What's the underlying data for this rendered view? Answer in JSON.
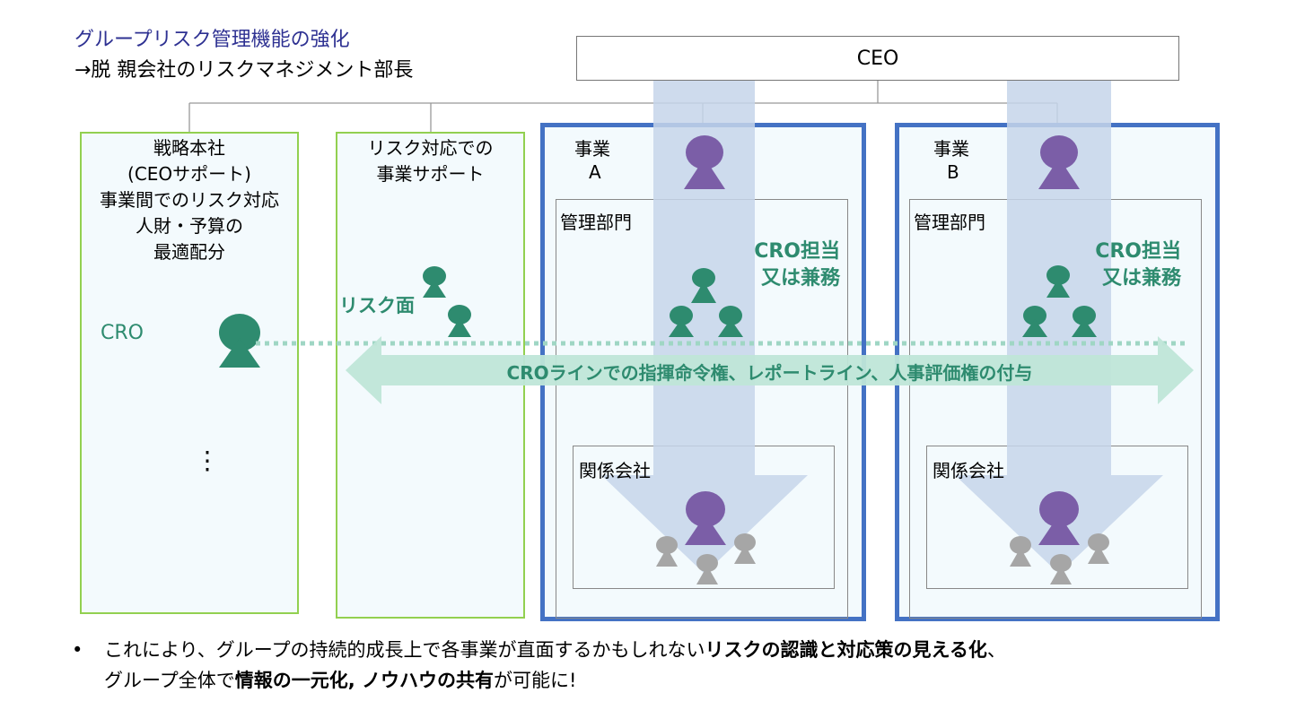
{
  "title": "グループリスク管理機能の強化",
  "subtitle": "→脱 親会社のリスクマネジメント部長",
  "ceo_label": "CEO",
  "strategy_box": {
    "lines": [
      "戦略本社",
      "(CEOサポート)",
      "事業間でのリスク対応",
      "人財・予算の",
      "最適配分"
    ],
    "cro_label": "CRO",
    "ellipsis": "⋮"
  },
  "risk_support_box": {
    "lines": [
      "リスク対応での",
      "事業サポート"
    ],
    "risk_label": "リスク面"
  },
  "business_a": {
    "label_line1": "事業",
    "label_line2": "A",
    "mgmt_label": "管理部門",
    "cro_line1": "CRO担当",
    "cro_line2": "又は兼務",
    "affiliate_label": "関係会社"
  },
  "business_b": {
    "label_line1": "事業",
    "label_line2": "B",
    "mgmt_label": "管理部門",
    "cro_line1": "CRO担当",
    "cro_line2": "又は兼務",
    "affiliate_label": "関係会社"
  },
  "cro_line_arrow": "CROラインでの指揮命令権、レポートライン、人事評価権の付与",
  "bullet": {
    "symbol": "•",
    "line1_a": "これにより、グループの持続的成長上で各事業が直面するかもしれない",
    "line1_b": "リスクの認識と対応策の見える化",
    "line1_c": "、",
    "line2_a": "グループ全体で",
    "line2_b": "情報の一元化, ノウハウの共有",
    "line2_c": "が可能に!"
  },
  "colors": {
    "title": "#2e3192",
    "green_border": "#92d050",
    "blue_border": "#4472c4",
    "teal_person": "#2e8b6f",
    "purple_person": "#7b5ea7",
    "grey_person": "#a6a6a6",
    "blue_arrow": "#c5d5ea",
    "green_arrow": "#bfe6d8"
  }
}
